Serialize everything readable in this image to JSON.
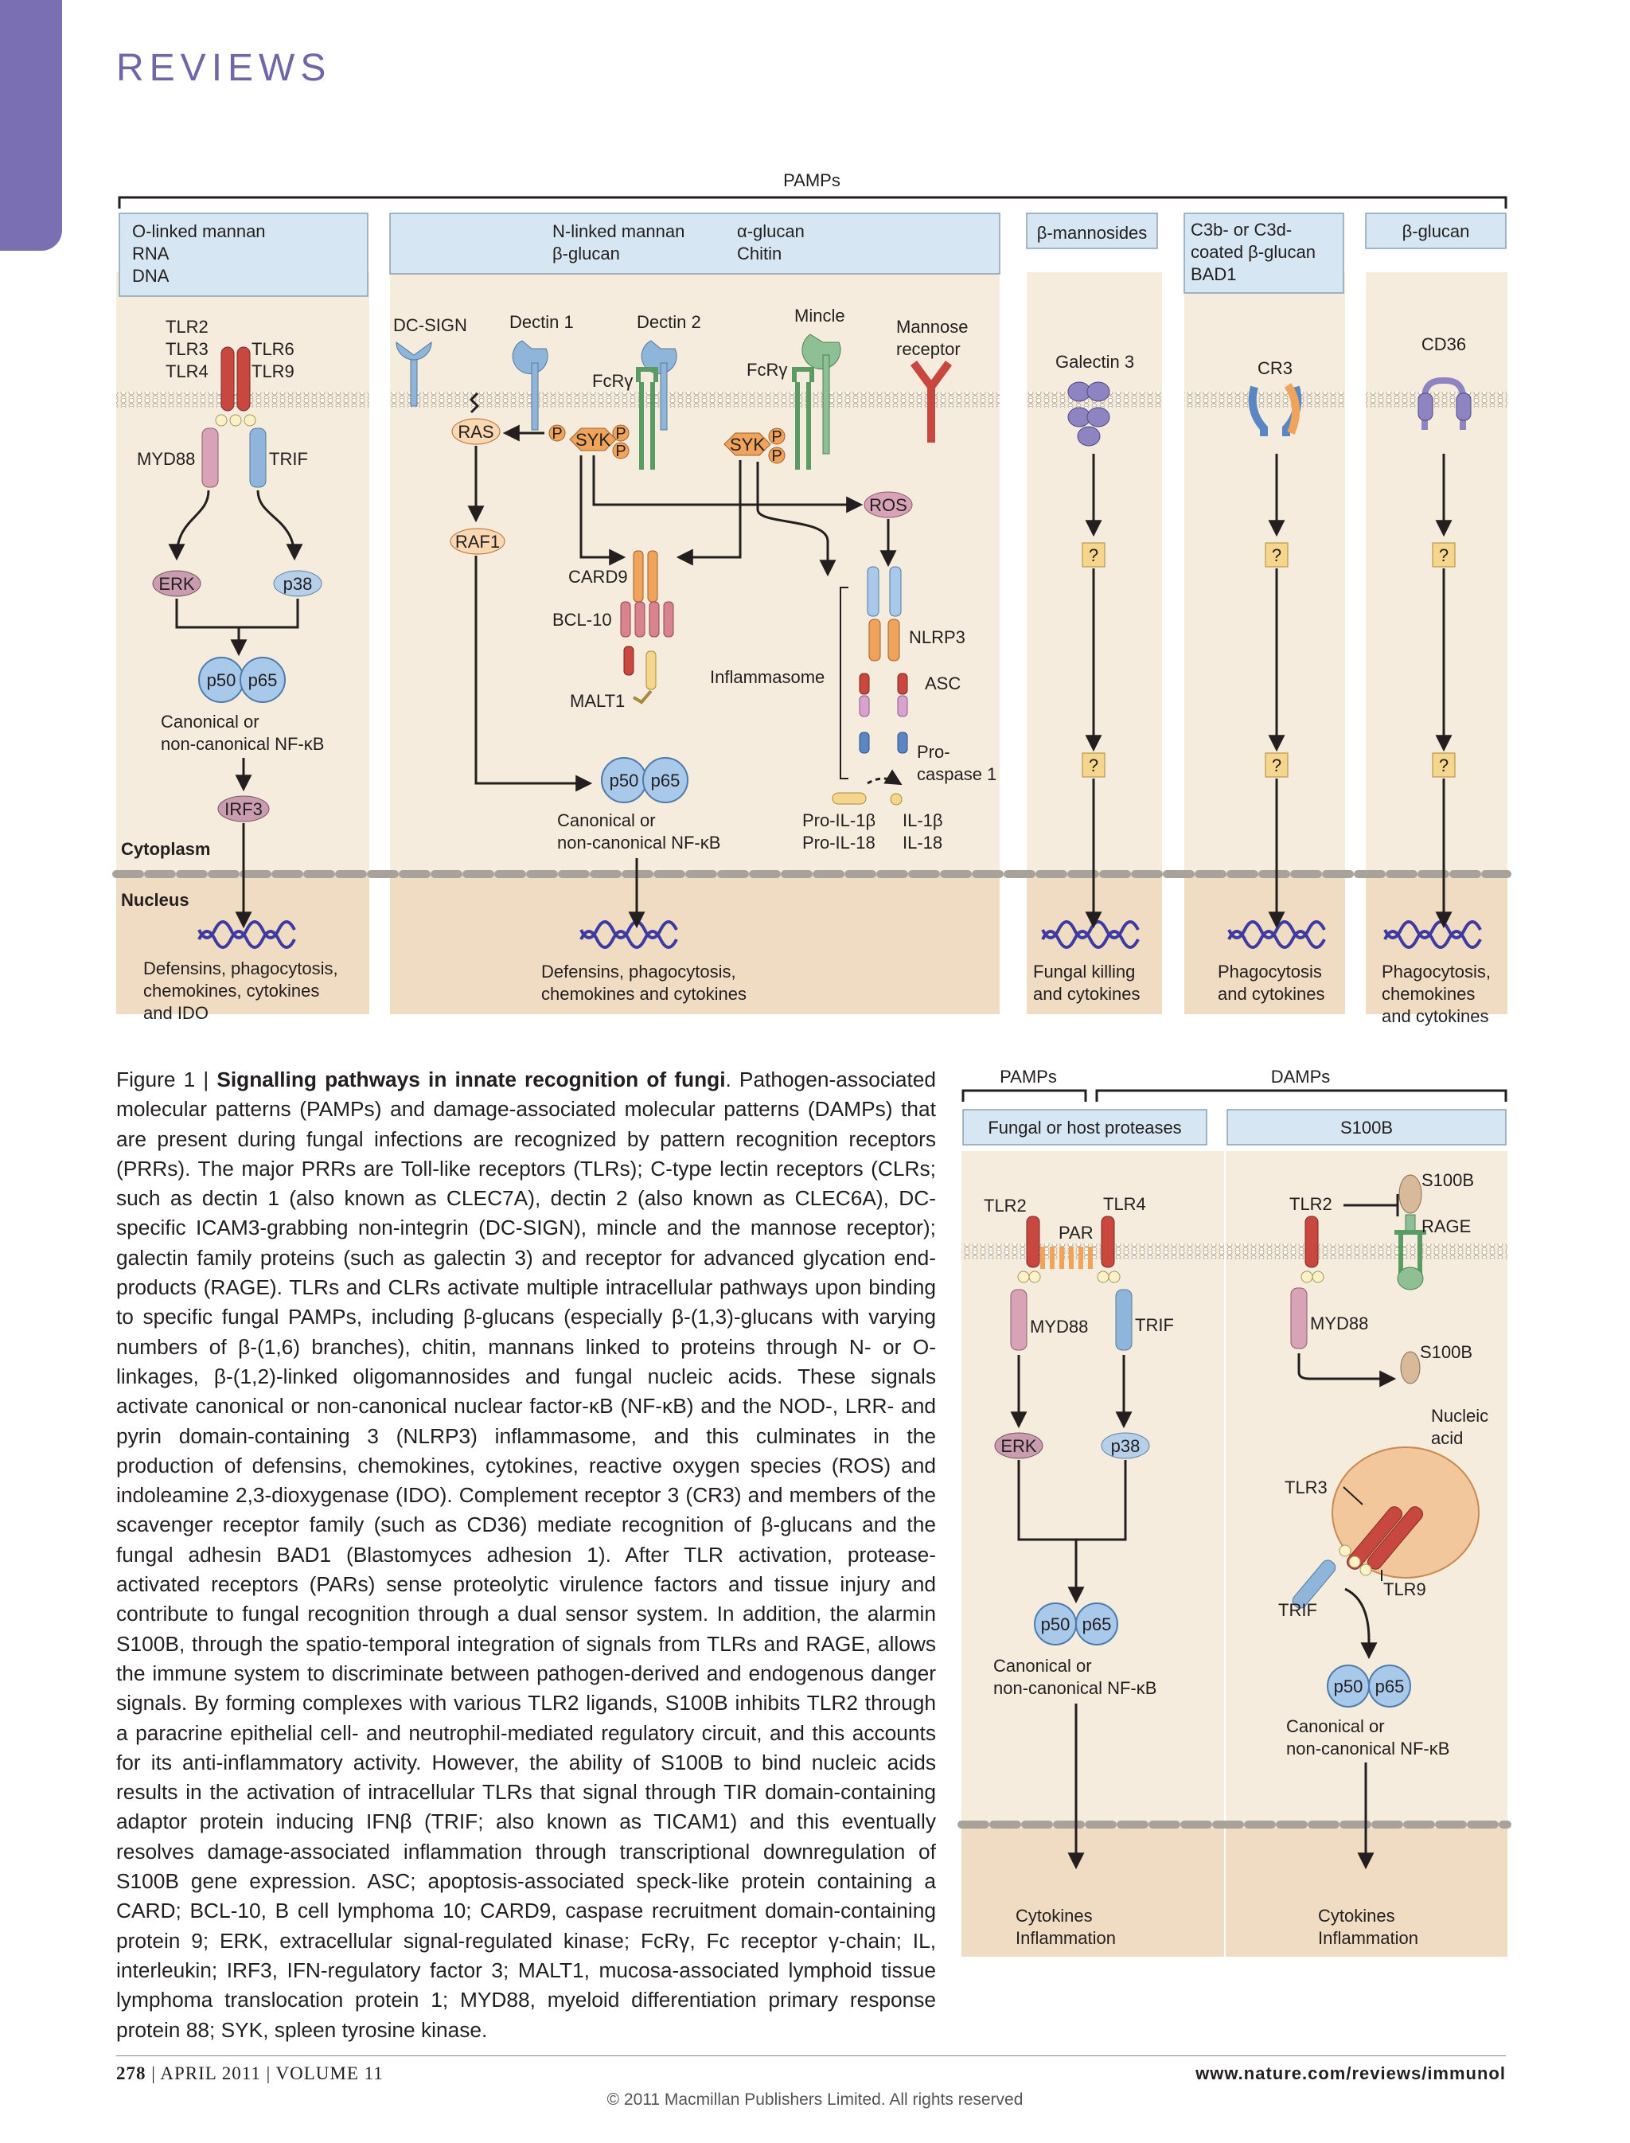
{
  "page": {
    "running_head": "REVIEWS",
    "footer_page": "278",
    "footer_issue": "APRIL 2011 | VOLUME 11",
    "footer_url": "www.nature.com/reviews/immunol",
    "copyright": "© 2011 Macmillan Publishers Limited. All rights reserved"
  },
  "figure": {
    "top_bracket": "PAMPs",
    "pamp_boxes": [
      {
        "lines": [
          "O-linked mannan",
          "RNA",
          "DNA"
        ]
      },
      {
        "col1": [
          "N-linked mannan",
          "β-glucan"
        ],
        "col2": [
          "α-glucan",
          "Chitin"
        ]
      },
      {
        "lines": [
          "β-mannosides"
        ]
      },
      {
        "lines": [
          "C3b- or C3d-",
          "coated β-glucan",
          "BAD1"
        ]
      },
      {
        "lines": [
          "β-glucan"
        ]
      }
    ],
    "compartments": {
      "cytoplasm": "Cytoplasm",
      "nucleus": "Nucleus"
    },
    "tlr_panel": {
      "receptors_left": [
        "TLR2",
        "TLR3",
        "TLR4"
      ],
      "receptors_right": [
        "TLR6",
        "TLR9"
      ],
      "adaptors": [
        "MYD88",
        "TRIF"
      ],
      "kinases": [
        "ERK",
        "p38"
      ],
      "nfkb": [
        "p50",
        "p65"
      ],
      "nfkb_label": [
        "Canonical or",
        "non-canonical NF-κB"
      ],
      "irf": "IRF3",
      "output": [
        "Defensins, phagocytosis,",
        "chemokines, cytokines",
        "and IDO"
      ]
    },
    "clr_panel": {
      "receptors": [
        "DC-SIGN",
        "Dectin 1",
        "Dectin 2",
        "Mincle"
      ],
      "mannose_receptor": [
        "Mannose",
        "receptor"
      ],
      "fcr": "FcRγ",
      "ras": "RAS",
      "raf": "RAF1",
      "syk": "SYK",
      "phospho": "P",
      "ros": "ROS",
      "card9": "CARD9",
      "bcl10": "BCL-10",
      "malt1": "MALT1",
      "inflammasome": "Inflammasome",
      "nlrp3": "NLRP3",
      "asc": "ASC",
      "procaspase": [
        "Pro-",
        "caspase 1"
      ],
      "pro_il": [
        "Pro-IL-1β",
        "Pro-IL-18"
      ],
      "il": [
        "IL-1β",
        "IL-18"
      ],
      "nfkb": [
        "p50",
        "p65"
      ],
      "nfkb_label": [
        "Canonical or",
        "non-canonical NF-κB"
      ],
      "output": [
        "Defensins, phagocytosis,",
        "chemokines and cytokines"
      ]
    },
    "narrow_panels": [
      {
        "receptor": "Galectin 3",
        "unknown": "?",
        "output": [
          "Fungal killing",
          "and cytokines"
        ]
      },
      {
        "receptor": "CR3",
        "unknown": "?",
        "output": [
          "Phagocytosis",
          "and cytokines"
        ]
      },
      {
        "receptor": "CD36",
        "unknown": "?",
        "output": [
          "Phagocytosis,",
          "chemokines",
          "and cytokines"
        ]
      }
    ],
    "lower": {
      "bracket_left": "PAMPs",
      "bracket_right": "DAMPs",
      "box_left": "Fungal or host proteases",
      "box_right": "S100B",
      "left_panel": {
        "tlr2": "TLR2",
        "tlr4": "TLR4",
        "par": "PAR",
        "myd88": "MYD88",
        "trif": "TRIF",
        "erk": "ERK",
        "p38": "p38",
        "nfkb": [
          "p50",
          "p65"
        ],
        "nfkb_label": [
          "Canonical or",
          "non-canonical NF-κB"
        ],
        "output": [
          "Cytokines",
          "Inflammation"
        ]
      },
      "right_panel": {
        "s100b_top": "S100B",
        "tlr2": "TLR2",
        "rage": "RAGE",
        "myd88": "MYD88",
        "s100b_mid": "S100B",
        "nucleic_acid": [
          "Nucleic",
          "acid"
        ],
        "tlr3": "TLR3",
        "tlr9": "TLR9",
        "trif": "TRIF",
        "nfkb": [
          "p50",
          "p65"
        ],
        "nfkb_label": [
          "Canonical or",
          "non-canonical NF-κB"
        ],
        "output": [
          "Cytokines",
          "Inflammation"
        ]
      }
    }
  },
  "caption": {
    "label": "Figure 1 | ",
    "title": "Signalling pathways in innate recognition of fungi",
    "body": ". Pathogen-associated molecular patterns (PAMPs) and damage-associated molecular patterns (DAMPs) that are present during fungal infections are recognized by pattern recognition receptors (PRRs). The major PRRs are Toll-like receptors (TLRs); C-type lectin receptors (CLRs; such as dectin 1 (also known as CLEC7A), dectin 2 (also known as CLEC6A), DC-specific ICAM3-grabbing non-integrin (DC-SIGN), mincle and the mannose receptor); galectin family proteins (such as galectin 3) and receptor for advanced glycation end-products (RAGE). TLRs and CLRs activate multiple intracellular pathways upon binding to specific fungal PAMPs, including β-glucans (especially β-(1,3)-glucans with varying numbers of β-(1,6) branches), chitin, mannans linked to proteins through N- or O-linkages, β-(1,2)-linked oligomannosides and fungal nucleic acids. These signals activate canonical or non-canonical nuclear factor-κB (NF-κB) and the NOD-, LRR- and pyrin domain-containing 3 (NLRP3) inflammasome, and this culminates in the production of defensins, chemokines, cytokines, reactive oxygen species (ROS) and indoleamine 2,3-dioxygenase (IDO). Complement receptor 3 (CR3) and members of the scavenger receptor family (such as CD36) mediate recognition of β-glucans and the fungal adhesin BAD1 (Blastomyces adhesion 1). After TLR activation, protease-activated receptors (PARs) sense proteolytic virulence factors and tissue injury and contribute to fungal recognition through a dual sensor system. In addition, the alarmin S100B, through the spatio-temporal integration of signals from TLRs and RAGE, allows the immune system to discriminate between pathogen-derived and endogenous danger signals. By forming complexes with various TLR2 ligands, S100B inhibits TLR2 through a paracrine epithelial cell- and neutrophil-mediated regulatory circuit, and this accounts for its anti-inflammatory activity. However, the ability of S100B to bind nucleic acids results in the activation of intracellular TLRs that signal through TIR domain-containing adaptor protein inducing IFNβ (TRIF; also known as TICAM1) and this eventually resolves damage-associated inflammation through transcriptional downregulation of S100B gene expression. ASC; apoptosis-associated speck-like protein containing a CARD; BCL-10, B cell lymphoma 10; CARD9, caspase recruitment domain-containing protein 9; ERK, extracellular signal-regulated kinase; FcRγ, Fc receptor γ-chain; IL, interleukin; IRF3, IFN-regulatory factor 3; MALT1, mucosa-associated lymphoid tissue lymphoma translocation protein 1; MYD88, myeloid differentiation primary response protein 88; SYK, spleen tyrosine kinase."
  },
  "colors": {
    "accent": "#7b6fb3",
    "cytoplasm": "#f6ecdd",
    "nucleus": "#f0dcc3",
    "box": "#d7e6f3",
    "tlr_red": "#c8473f",
    "myd88_pink": "#d9a3b7",
    "trif_blue": "#8fb6da",
    "nfkb_blue": "#a9c9ea",
    "orange": "#f0a35a",
    "purple": "#8e84c2",
    "green": "#8fbf94"
  }
}
